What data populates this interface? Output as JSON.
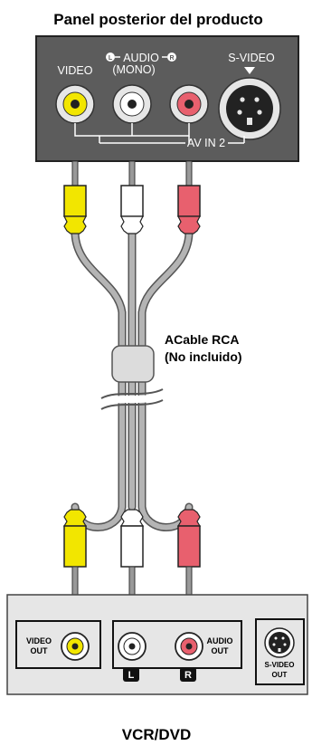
{
  "top_title": "Panel posterior del producto",
  "panel": {
    "video_label": "VIDEO",
    "audio_label": "AUDIO",
    "audio_left_marker": "L",
    "audio_right_marker": "R",
    "mono_label": "(MONO)",
    "svideo_label": "S-VIDEO",
    "av_in_label": "AV IN 2"
  },
  "cable": {
    "line1": "ACable RCA",
    "line2": "(No incluido)"
  },
  "device": {
    "video_out_line1": "VIDEO",
    "video_out_line2": "OUT",
    "audio_out_line1": "AUDIO",
    "audio_out_line2": "OUT",
    "left_badge": "L",
    "right_badge": "R",
    "svideo_out_line1": "S-VIDEO",
    "svideo_out_line2": "OUT"
  },
  "bottom_title": "VCR/DVD",
  "colors": {
    "panel": "#5c5c5c",
    "device": "#e6e6e6",
    "yellow": "#f2e600",
    "red": "#e8606e",
    "white": "#ffffff",
    "cable_gray": "#b4b4b4"
  }
}
